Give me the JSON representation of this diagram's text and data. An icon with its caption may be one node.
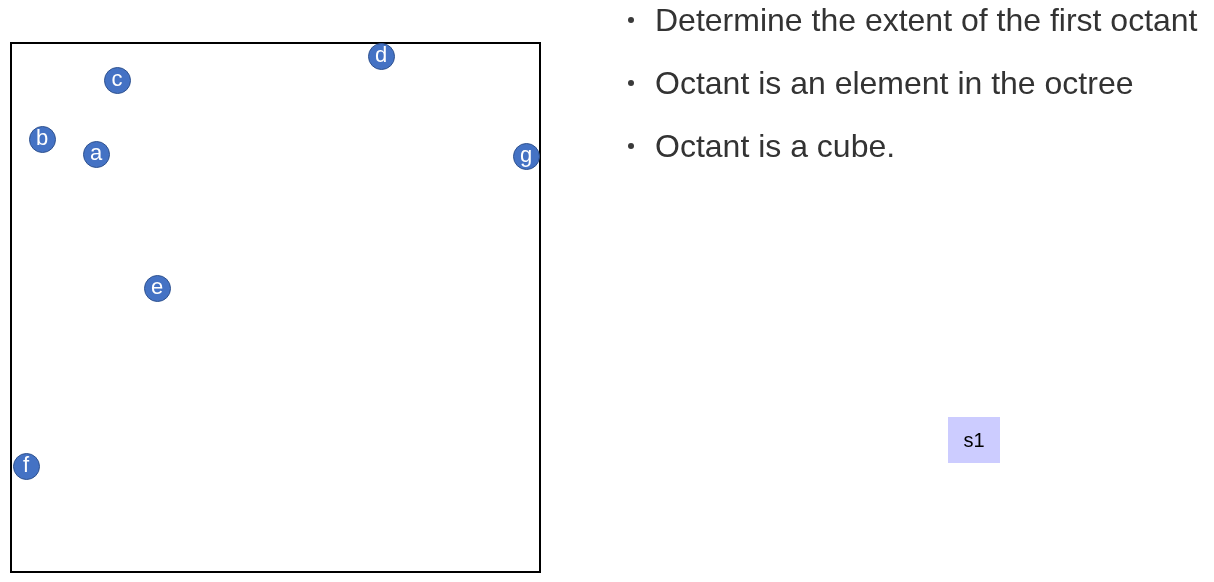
{
  "diagram": {
    "nodes": [
      {
        "text": [],
        "shape": "box"
      },
      {
        "text": [
          "d"
        ],
        "in": 0
      },
      {
        "text": [
          "c"
        ],
        "in": 0
      },
      {
        "text": [
          "b"
        ],
        "in": 0
      },
      {
        "text": [
          "a"
        ],
        "in": 0
      },
      {
        "text": [
          "g"
        ],
        "in": 0
      },
      {
        "text": [
          "e"
        ],
        "in": 0
      },
      {
        "text": [
          "f"
        ],
        "in": 0
      },
      {
        "text": [
          "s1"
        ]
      }
    ],
    "labels": [
      "Determine the extent of the first octant",
      "Octant is an element in the octree",
      "Octant is a cube."
    ]
  }
}
